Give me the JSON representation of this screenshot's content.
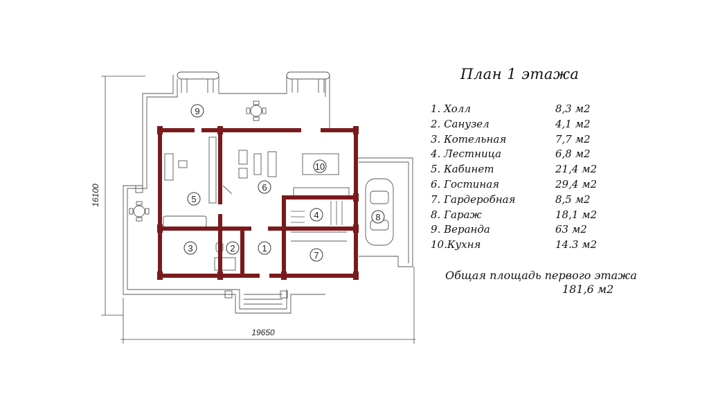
{
  "title": "План 1 этажа",
  "rooms": [
    {
      "name": "1.  Холл",
      "area": "8,3 м2"
    },
    {
      "name": "2.  Санузел",
      "area": " 4,1  м2"
    },
    {
      "name": "3.  Котельная",
      "area": "7,7  м2"
    },
    {
      "name": "4.  Лестница",
      "area": "6,8  м2"
    },
    {
      "name": "5.  Кабинет",
      "area": "21,4  м2"
    },
    {
      "name": "6.  Гостиная",
      "area": "29,4  м2"
    },
    {
      "name": "7.  Гардеробная",
      "area": "8,5  м2"
    },
    {
      "name": "8.  Гараж",
      "area": "18,1  м2"
    },
    {
      "name": "9.  Веранда",
      "area": " 63  м2"
    },
    {
      "name": "10.Кухня",
      "area": "  14.3  м2"
    }
  ],
  "total_label": "Общая площадь первого этажа",
  "total_value": "181,6  м2",
  "dimensions": {
    "width": "19650",
    "height": "16100"
  },
  "room_numbers": [
    "1",
    "2",
    "3",
    "4",
    "5",
    "6",
    "7",
    "8",
    "9",
    "10"
  ],
  "colors": {
    "wall": "#7a1a1c",
    "line": "#333333",
    "text": "#111111"
  }
}
